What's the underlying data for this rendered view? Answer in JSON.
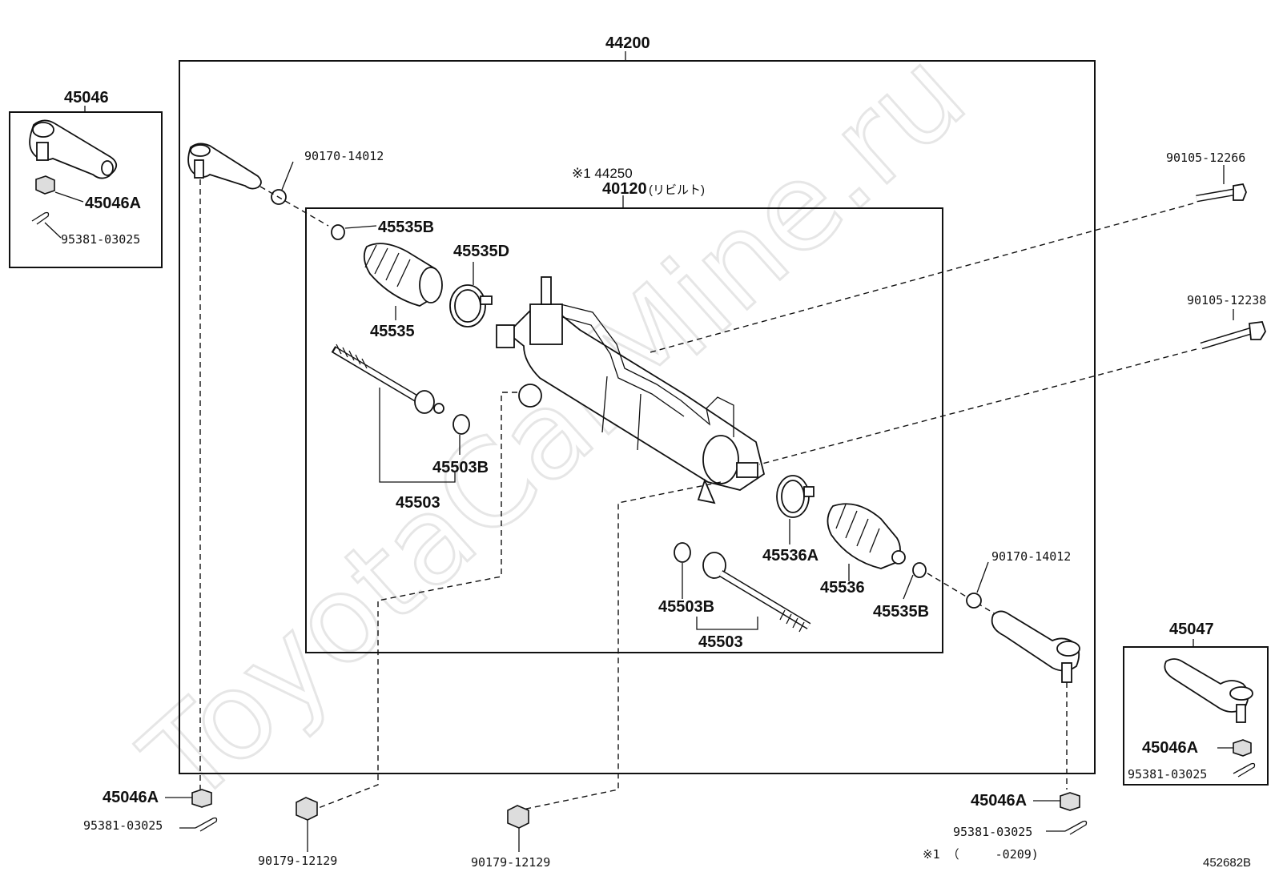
{
  "watermark": "ToyotaCarMine.ru",
  "assembly": {
    "main": "44200",
    "sub_note": "※1 44250",
    "sub_number": "40120",
    "sub_rebuilt": "(リビルト)"
  },
  "labels": {
    "l45046": "45046",
    "l45046A_tl": "45046A",
    "l95381_tl": "95381-03025",
    "l90170_top": "90170-14012",
    "l45535B_top": "45535B",
    "l45535D": "45535D",
    "l45535": "45535",
    "l45503B_top": "45503B",
    "l45503_top": "45503",
    "l90105_a": "90105-12266",
    "l90105_b": "90105-12238",
    "l45536A": "45536A",
    "l45536": "45536",
    "l45535B_bot": "45535B",
    "l90170_bot": "90170-14012",
    "l45503B_bot": "45503B",
    "l45503_bot": "45503",
    "l45047": "45047",
    "l45046A_br": "45046A",
    "l95381_br": "95381-03025",
    "l45046A_bl": "45046A",
    "l95381_bl": "95381-03025",
    "l90179_a": "90179-12129",
    "l90179_b": "90179-12129",
    "l45046A_bm": "45046A",
    "l95381_bm": "95381-03025",
    "footnote": "※1 （　　　-0209)",
    "ref": "452682B"
  }
}
